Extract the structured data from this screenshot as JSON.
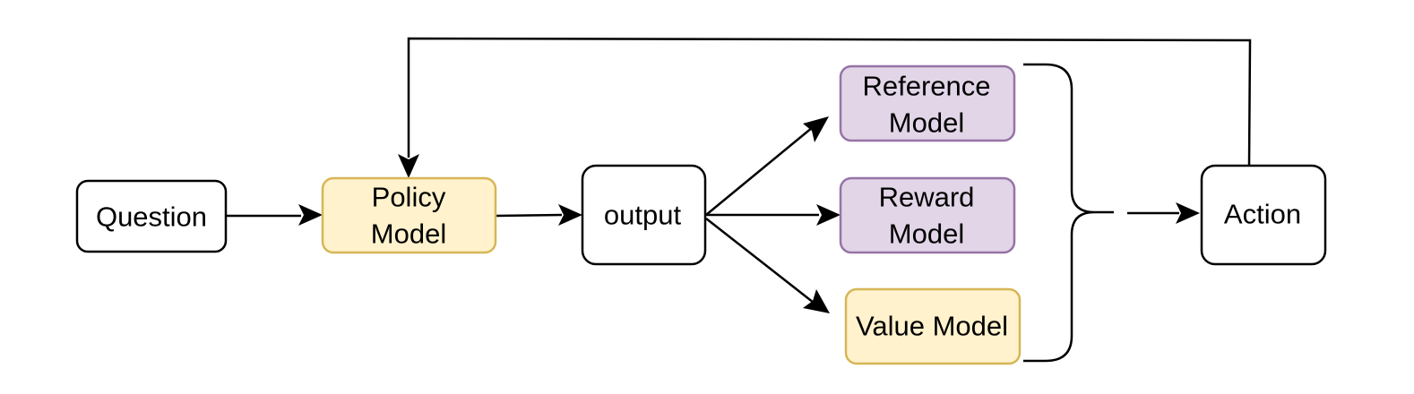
{
  "nodes": {
    "question": {
      "label": "Question"
    },
    "policy": {
      "line1": "Policy",
      "line2": "Model"
    },
    "output": {
      "label": "output"
    },
    "reference": {
      "line1": "Reference",
      "line2": "Model"
    },
    "reward": {
      "line1": "Reward",
      "line2": "Model"
    },
    "value": {
      "label": "Value Model"
    },
    "action": {
      "label": "Action"
    }
  },
  "colors": {
    "stroke": "#000000",
    "yellow_fill": "#FFF2CC",
    "yellow_stroke": "#D6B656",
    "purple_fill": "#E1D5E7",
    "purple_stroke": "#9673A6",
    "white_fill": "#FFFFFF"
  },
  "edges": [
    {
      "from": "question",
      "to": "policy"
    },
    {
      "from": "policy",
      "to": "output"
    },
    {
      "from": "output",
      "to": "reference"
    },
    {
      "from": "output",
      "to": "reward"
    },
    {
      "from": "output",
      "to": "value"
    },
    {
      "from": "models-brace",
      "to": "action"
    },
    {
      "from": "action",
      "to": "policy"
    }
  ]
}
